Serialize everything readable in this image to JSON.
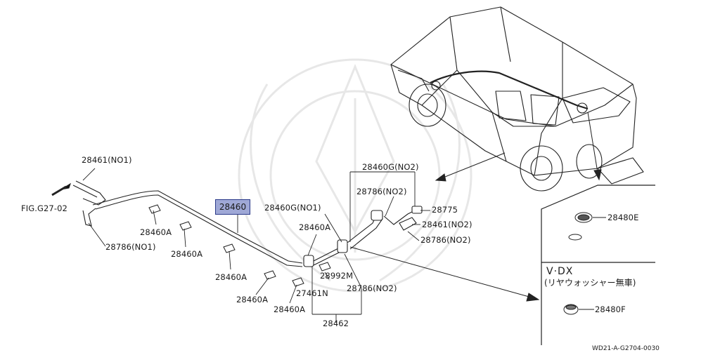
{
  "parts": {
    "p28461_no1": "28461(NO1)",
    "fig": "FIG.G27-02",
    "p28786_no1": "28786(NO1)",
    "p28460": "28460",
    "p28460a_1": "28460A",
    "p28460a_2": "28460A",
    "p28460a_3": "28460A",
    "p28460a_4": "28460A",
    "p28460a_5": "28460A",
    "p28460a_6": "28460A",
    "p28460g_no1": "28460G(NO1)",
    "p28460g_no2": "28460G(NO2)",
    "p28786_no2_a": "28786(NO2)",
    "p28775": "28775",
    "p28461_no2": "28461(NO2)",
    "p28786_no2_b": "28786(NO2)",
    "p28992m": "28992M",
    "p27461n": "27461N",
    "p28786_no2_c": "28786(NO2)",
    "p28462": "28462",
    "p28480e": "28480E",
    "p28480f": "28480F"
  },
  "inset": {
    "title": "V·DX",
    "subtitle": "(リヤウォッシャー無車)"
  },
  "footer": {
    "code": "WD21-A-G2704-0030"
  }
}
